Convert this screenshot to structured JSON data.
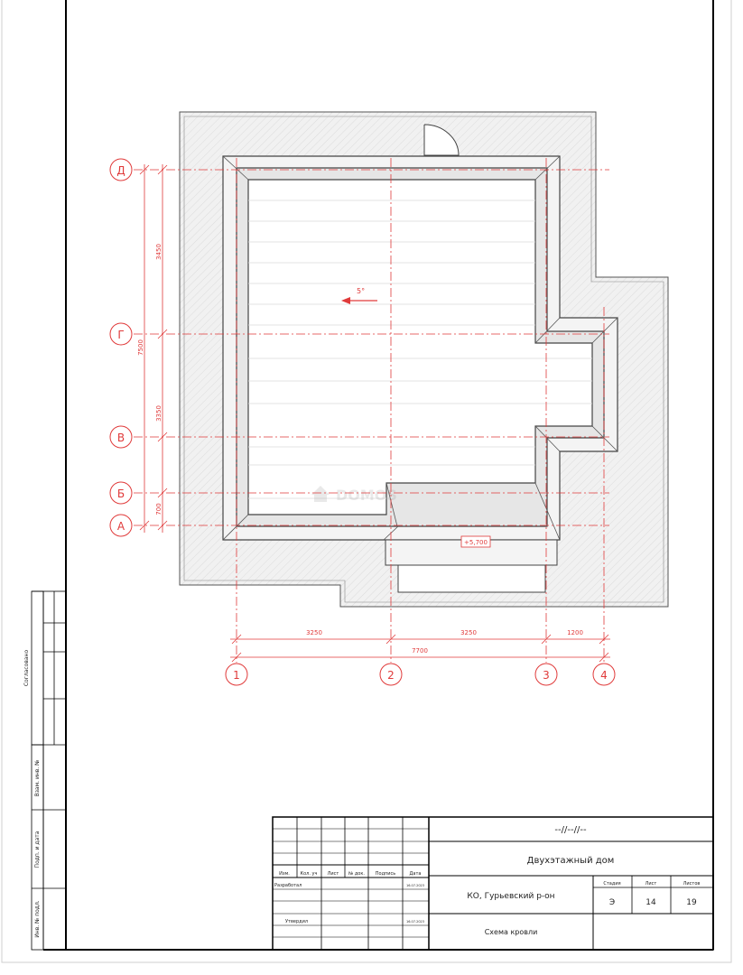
{
  "plan": {
    "grid_rows": [
      {
        "label": "Д"
      },
      {
        "label": "Г"
      },
      {
        "label": "В"
      },
      {
        "label": "Б"
      },
      {
        "label": "А"
      }
    ],
    "grid_cols": [
      {
        "label": "1"
      },
      {
        "label": "2"
      },
      {
        "label": "3"
      },
      {
        "label": "4"
      }
    ],
    "dims_vertical": {
      "seg1": "3450",
      "seg2": "3350",
      "seg3": "700",
      "total": "7500"
    },
    "dims_horizontal": {
      "seg1": "3250",
      "seg2": "3250",
      "seg3": "1200",
      "total": "7700"
    },
    "slope_label": "5°",
    "level_mark": "+5,700",
    "watermark": "DOMOS"
  },
  "side_stamp": {
    "agreed": "Согласовано",
    "inv_replace": "Взам. инв. №",
    "sign_date": "Подп. и дата",
    "inv_orig": "Инв. № подл."
  },
  "title_block": {
    "code": "--//--//--",
    "project": "Двухэтажный дом",
    "location": "КО, Гурьевский р-он",
    "sheet_name": "Схема кровли",
    "headers": {
      "izm": "Изм.",
      "kol": "Кол. уч",
      "list": "Лист",
      "ndoc": "№ док.",
      "sign": "Подпись",
      "date": "Дата"
    },
    "developed": "Разработал",
    "approved": "Утвердил",
    "date1": "16.07.2023",
    "date2": "16.07.2023",
    "stage_header": "Стадия",
    "sheet_header": "Лист",
    "sheets_header": "Листов",
    "stage": "Э",
    "sheet": "14",
    "sheets": "19"
  }
}
